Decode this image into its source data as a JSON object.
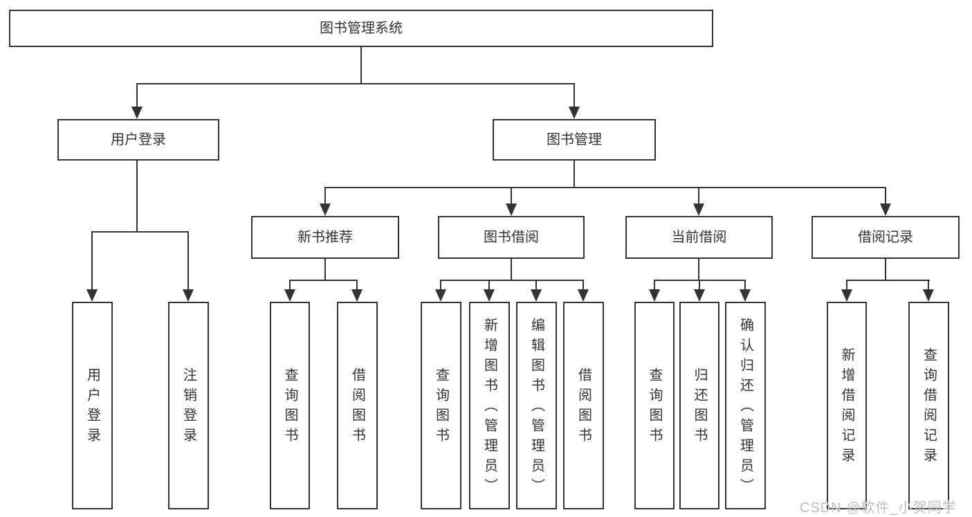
{
  "diagram": {
    "title": "图书管理系统",
    "line_color": "#333333",
    "text_color": "#333333",
    "background": "#ffffff",
    "branches": [
      {
        "label": "用户登录",
        "children": [
          "用户登录",
          "注销登录"
        ]
      },
      {
        "label": "图书管理",
        "sections": [
          {
            "label": "新书推荐",
            "children": [
              "查询图书",
              "借阅图书"
            ]
          },
          {
            "label": "图书借阅",
            "children": [
              "查询图书",
              "新增图书（管理员）",
              "编辑图书（管理员）",
              "借阅图书"
            ]
          },
          {
            "label": "当前借阅",
            "children": [
              "查询图书",
              "归还图书",
              "确认归还（管理员）"
            ]
          },
          {
            "label": "借阅记录",
            "children": [
              "新增借阅记录",
              "查询借阅记录"
            ]
          }
        ]
      }
    ],
    "watermark": {
      "text": "CSDN @软件_小贺同学",
      "color": "#bdbdbd"
    }
  }
}
